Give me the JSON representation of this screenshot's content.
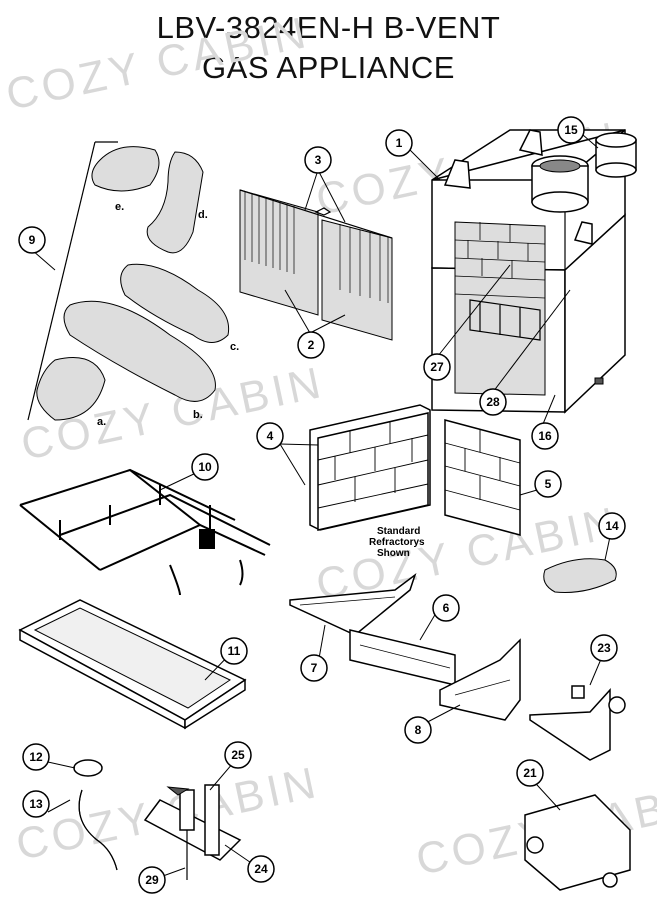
{
  "title": {
    "line1": "LBV-3824EN-H B-VENT",
    "line2": "GAS APPLIANCE"
  },
  "watermark": "COZY CABIN",
  "note": {
    "line1": "Standard",
    "line2": "Refractorys",
    "line3": "Shown"
  },
  "log_letters": [
    "a.",
    "b.",
    "c.",
    "d.",
    "e."
  ],
  "callouts": [
    "1",
    "2",
    "3",
    "4",
    "5",
    "6",
    "7",
    "8",
    "9",
    "10",
    "11",
    "12",
    "13",
    "14",
    "15",
    "16",
    "21",
    "23",
    "24",
    "25",
    "27",
    "28",
    "29"
  ]
}
